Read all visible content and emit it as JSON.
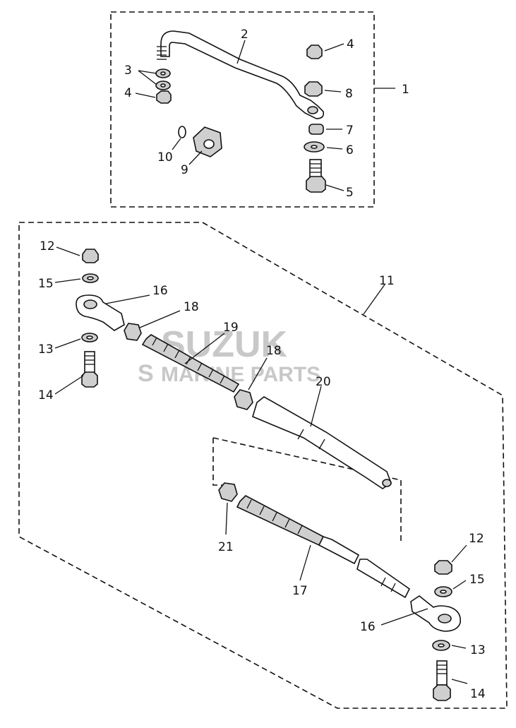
{
  "watermark": {
    "line1": "SUZUK",
    "line2": "MARINE PARTS",
    "logo_glyph": "S"
  },
  "callouts": {
    "c1": "1",
    "c2": "2",
    "c3": "3",
    "c4a": "4",
    "c4b": "4",
    "c5": "5",
    "c6": "6",
    "c7": "7",
    "c8": "8",
    "c9": "9",
    "c10": "10",
    "c11": "11",
    "c12a": "12",
    "c12b": "12",
    "c13a": "13",
    "c13b": "13",
    "c14a": "14",
    "c14b": "14",
    "c15a": "15",
    "c15b": "15",
    "c16a": "16",
    "c16b": "16",
    "c17": "17",
    "c18a": "18",
    "c18b": "18",
    "c19": "19",
    "c20": "20",
    "c21": "21"
  }
}
